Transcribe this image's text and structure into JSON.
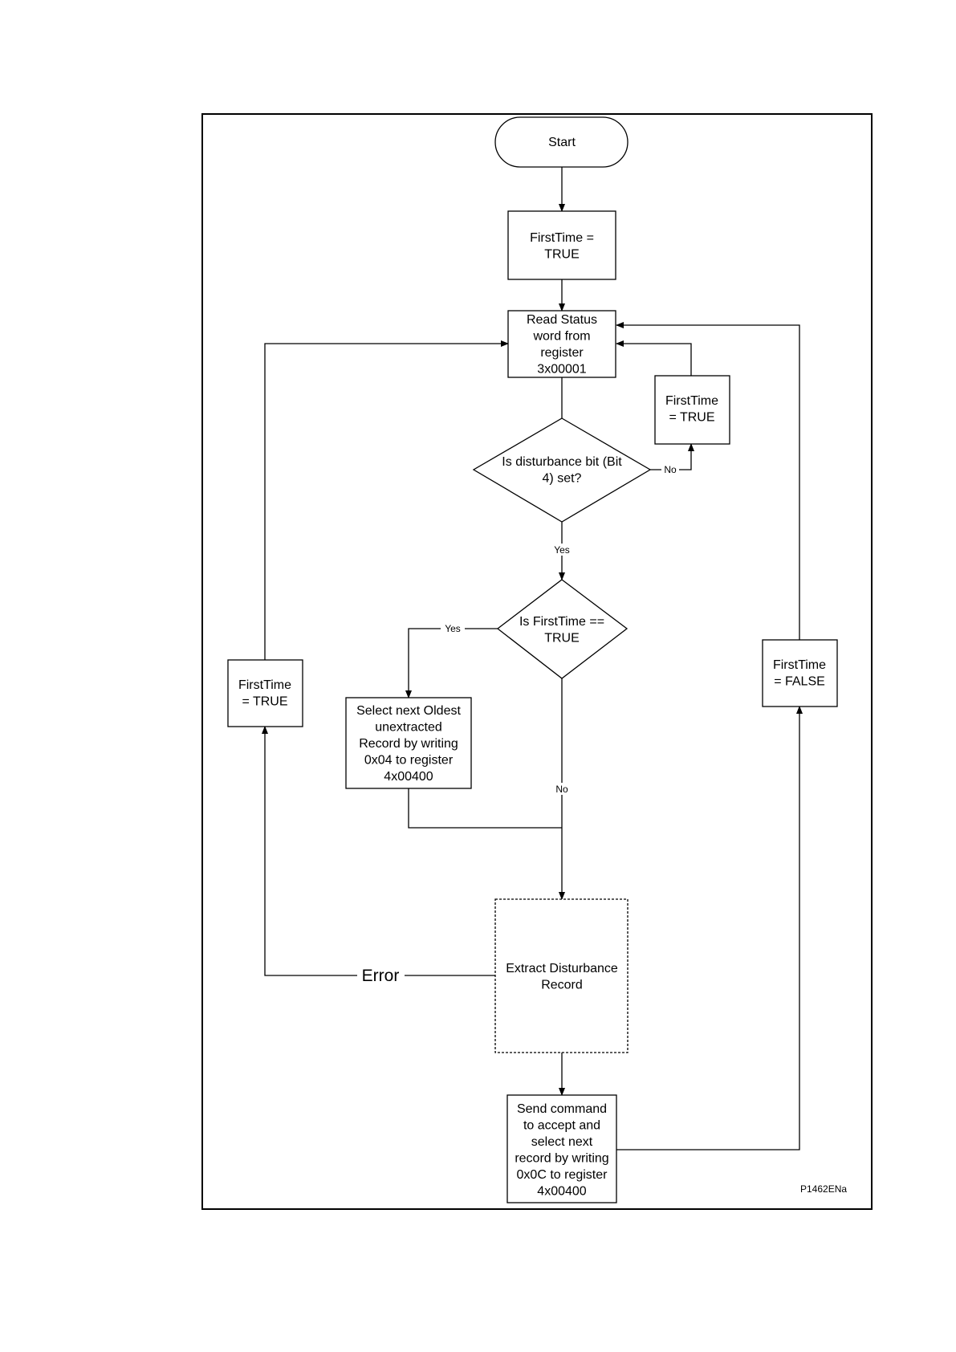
{
  "nodes": {
    "start": [
      "Start"
    ],
    "init_first_time": [
      "FirstTime =",
      "TRUE"
    ],
    "read_status": [
      "Read Status",
      "word from",
      "register",
      "3x00001"
    ],
    "first_time_true_right": [
      "FirstTime",
      "= TRUE"
    ],
    "disturbance_decision": [
      "Is disturbance bit (Bit",
      "4) set?"
    ],
    "first_time_decision": [
      "Is FirstTime ==",
      "TRUE"
    ],
    "first_time_true_left": [
      "FirstTime",
      "= TRUE"
    ],
    "select_oldest": [
      "Select next Oldest",
      "unextracted",
      "Record by writing",
      "0x04 to register",
      "4x00400"
    ],
    "first_time_false": [
      "FirstTime",
      "= FALSE"
    ],
    "extract_record": [
      "Extract Disturbance",
      "Record"
    ],
    "send_command": [
      "Send command",
      "to accept and",
      "select next",
      "record by writing",
      "0x0C to register",
      "4x00400"
    ]
  },
  "labels": {
    "no_1": "No",
    "yes_1": "Yes",
    "yes_2": "Yes",
    "no_2": "No",
    "error": "Error"
  },
  "figure_ref": "P1462ENa"
}
